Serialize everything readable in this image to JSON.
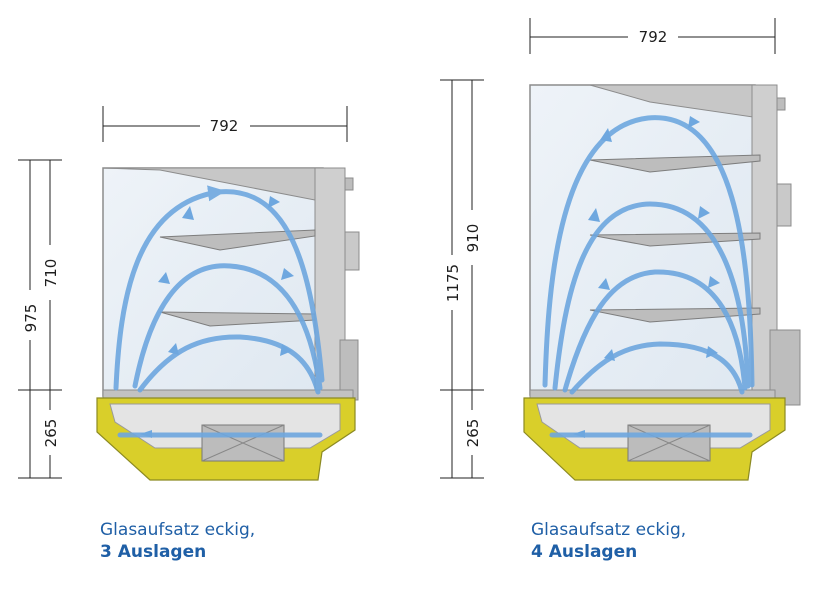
{
  "left": {
    "width_label": "792",
    "total_height_label": "975",
    "glass_height_label": "710",
    "base_height_label": "265",
    "caption_line1": "Glasaufsatz eckig,",
    "caption_line2": "3 Auslagen"
  },
  "right": {
    "width_label": "792",
    "total_height_label": "1175",
    "glass_height_label": "910",
    "base_height_label": "265",
    "caption_line1": "Glasaufsatz eckig,",
    "caption_line2": "4 Auslagen"
  },
  "colors": {
    "base": "#d9cf2a",
    "air": "#6ea7df",
    "caption": "#1f5fa6"
  }
}
